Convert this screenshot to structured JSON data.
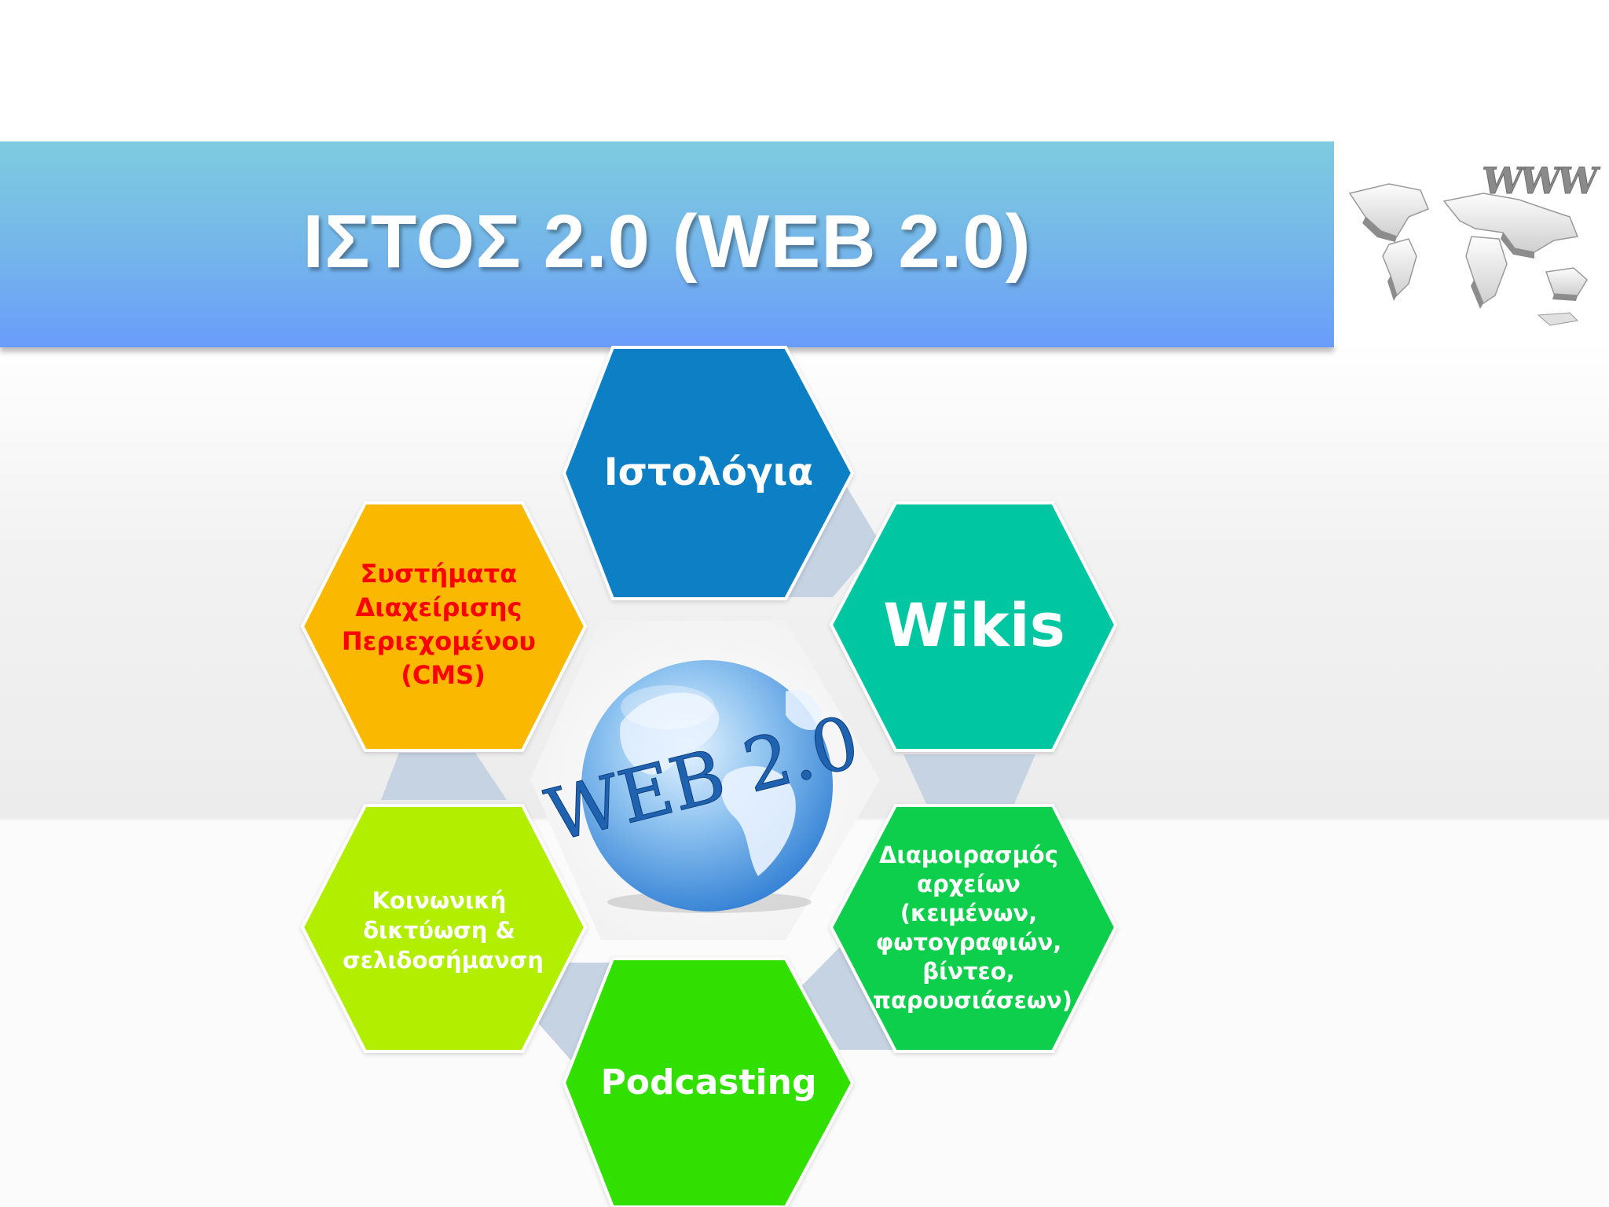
{
  "slide": {
    "title": "ΙΣΤΟΣ 2.0 (WEB 2.0)"
  },
  "center": {
    "logo_text": "WEB 2.0"
  },
  "corner_image": {
    "sign_text": "WWW"
  },
  "hexagons": [
    {
      "id": "blogs",
      "lines": [
        "Ιστολόγια"
      ],
      "fill": "#0b7fc4",
      "text_color": "#ffffff"
    },
    {
      "id": "wikis",
      "lines": [
        "Wikis"
      ],
      "fill": "#00c7a2",
      "text_color": "#ffffff"
    },
    {
      "id": "file-sharing",
      "lines": [
        "Διαμοιρασμός",
        "αρχείων",
        "(κειμένων,",
        "φωτογραφιών,",
        "βίντεο,",
        "παρουσιάσεων)"
      ],
      "fill": "#10cf4c",
      "text_color": "#ffffff"
    },
    {
      "id": "podcasting",
      "lines": [
        "Podcasting"
      ],
      "fill": "#33e000",
      "text_color": "#ffffff"
    },
    {
      "id": "social",
      "lines": [
        "Κοινωνική",
        "δικτύωση &",
        "σελιδοσήμανση"
      ],
      "fill": "#b1ee00",
      "text_color": "#ffffff"
    },
    {
      "id": "cms",
      "lines": [
        "Συστήματα",
        "Διαχείρισης",
        "Περιεχομένου",
        "(CMS)"
      ],
      "fill": "#fbb800",
      "text_color": "#ff0000"
    }
  ],
  "colors": {
    "title_bar_top": "#7ecbe0",
    "title_bar_bottom": "#6a9cfb",
    "connector": "#c6d3e3"
  }
}
